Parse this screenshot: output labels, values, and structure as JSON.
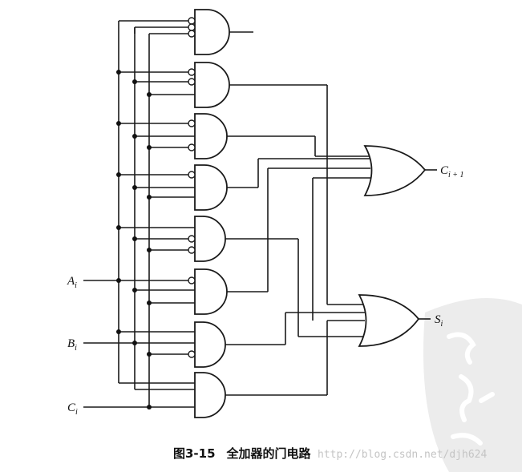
{
  "inputs": {
    "a": {
      "base": "A",
      "sub": "i"
    },
    "b": {
      "base": "B",
      "sub": "i"
    },
    "c": {
      "base": "C",
      "sub": "i"
    }
  },
  "outputs": {
    "carry": {
      "base": "C",
      "sub": "i + 1"
    },
    "sum": {
      "base": "S",
      "sub": "i"
    }
  },
  "caption": {
    "figure": "图3-15",
    "text": "全加器的门电路"
  },
  "watermark": {
    "url": "http://blog.csdn.net/djh624"
  }
}
